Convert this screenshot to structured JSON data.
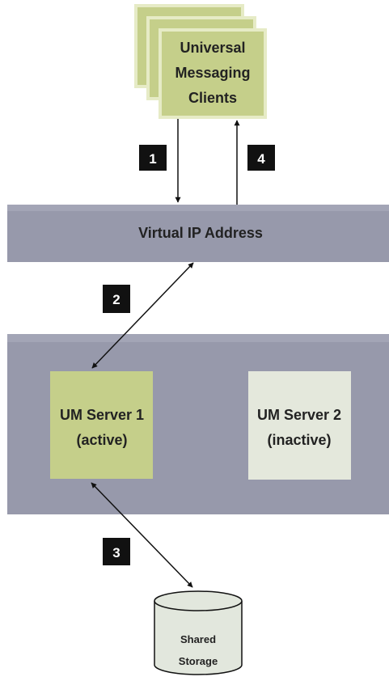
{
  "diagram": {
    "clients": {
      "line1": "Universal",
      "line2": "Messaging",
      "line3": "Clients"
    },
    "virtual_ip": {
      "label": "Virtual IP Address"
    },
    "server1": {
      "name": "UM Server 1",
      "status": "(active)"
    },
    "server2": {
      "name": "UM Server 2",
      "status": "(inactive)"
    },
    "storage": {
      "line1": "Shared",
      "line2": "Storage"
    },
    "steps": {
      "s1": "1",
      "s2": "2",
      "s3": "3",
      "s4": "4"
    },
    "colors": {
      "client_fill": "#c5cf8a",
      "client_border": "#e6ebc6",
      "band_fill": "#9799ab",
      "band_light": "#b4b6c5",
      "server_active": "#c5cf8a",
      "server_inactive": "#e4e8dc",
      "storage_fill": "#e2e7dd",
      "step_badge": "#111111",
      "arrow": "#111111"
    }
  }
}
